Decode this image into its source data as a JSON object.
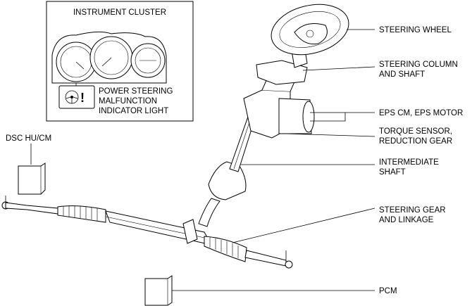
{
  "cluster": {
    "title": "INSTRUMENT CLUSTER",
    "indicator_line1": "POWER STEERING",
    "indicator_line2": "MALFUNCTION",
    "indicator_line3": "INDICATOR LIGHT"
  },
  "labels": {
    "dsc_hu_cm": "DSC HU/CM",
    "steering_wheel": "STEERING WHEEL",
    "steering_column_1": "STEERING COLUMN",
    "steering_column_2": "AND SHAFT",
    "eps_cm": "EPS CM, EPS MOTOR",
    "torque_1": "TORQUE SENSOR,",
    "torque_2": "REDUCTION GEAR",
    "intermediate_1": "INTERMEDIATE",
    "intermediate_2": "SHAFT",
    "gear_1": "STEERING GEAR",
    "gear_2": "AND LINKAGE",
    "pcm": "PCM"
  }
}
